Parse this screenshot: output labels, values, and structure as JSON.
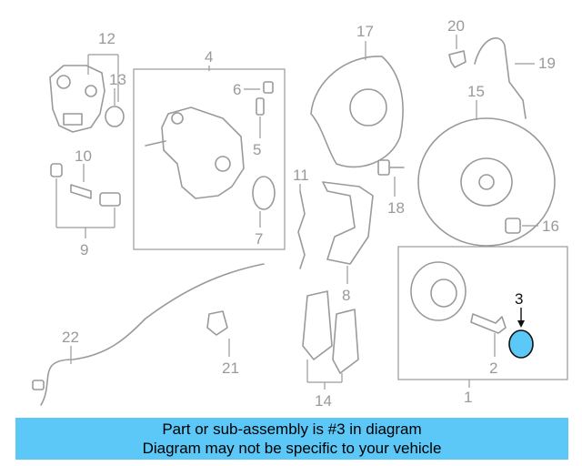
{
  "diagram": {
    "labels": {
      "l1": "1",
      "l2": "2",
      "l3": "3",
      "l4": "4",
      "l5": "5",
      "l6": "6",
      "l7": "7",
      "l8": "8",
      "l9": "9",
      "l10": "10",
      "l11": "11",
      "l12": "12",
      "l13": "13",
      "l14": "14",
      "l15": "15",
      "l16": "16",
      "l17": "17",
      "l18": "18",
      "l19": "19",
      "l20": "20",
      "l21": "21",
      "l22": "22"
    },
    "highlight_color": "#5bc8f7",
    "line_color": "#9a9a9a"
  },
  "banner": {
    "line1": "Part or sub-assembly is #3 in diagram",
    "line2": "Diagram may not be specific to your vehicle",
    "color": "#5bc8f7"
  }
}
